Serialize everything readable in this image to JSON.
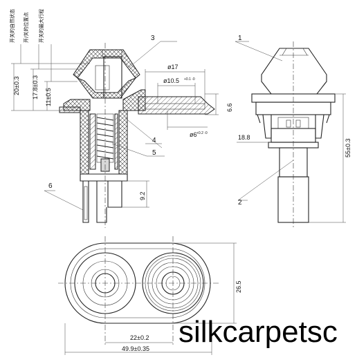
{
  "drawing": {
    "notes": [
      "开关的自然状态",
      "开/关的位置点",
      "开关的最大行程"
    ],
    "part_labels": [
      "1",
      "2",
      "3",
      "4",
      "5",
      "6"
    ],
    "dimensions": {
      "height_20": "20±0.3",
      "height_17_8": "17.8±0.3",
      "height_11": "11±0.5",
      "dia_17": "ø17",
      "dia_10_5": "ø10.5",
      "dia_10_5_tol": "+0.1 -0",
      "dia_6": "ø6",
      "dia_6_tol": "+0.2 -0",
      "height_6_6": "6.6",
      "height_9_2": "9.2",
      "width_18_8": "18.8",
      "height_55": "55±0.3",
      "height_26_5": "26.5",
      "pitch_22": "22±0.2",
      "width_49_9": "49.9±0.35"
    }
  },
  "watermark": "silkcarpetsc"
}
